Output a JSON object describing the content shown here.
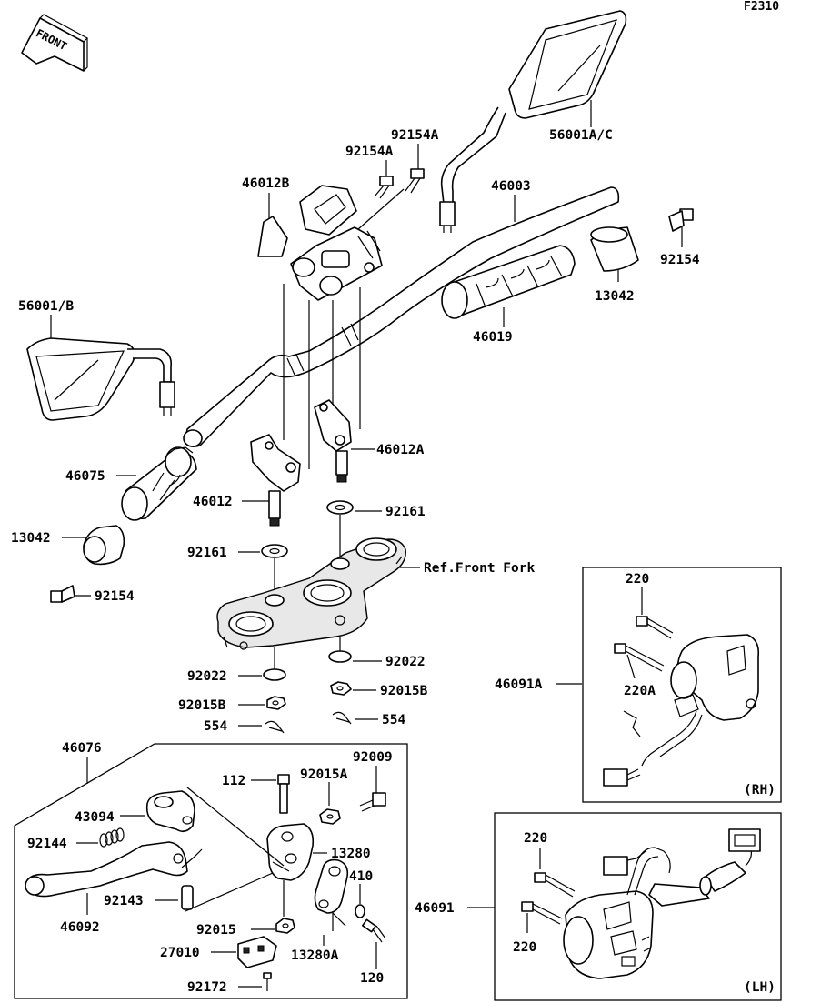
{
  "figure_id": "F2310",
  "front_label": "FRONT",
  "ref_label": "Ref.Front Fork",
  "rh_label": "(RH)",
  "lh_label": "(LH)",
  "parts": {
    "p56001AC": "56001A/C",
    "p92154A_1": "92154A",
    "p92154A_2": "92154A",
    "p46012B": "46012B",
    "p46003": "46003",
    "p92154_r": "92154",
    "p13042_r": "13042",
    "p46019": "46019",
    "p56001B": "56001/B",
    "p46012A": "46012A",
    "p46075": "46075",
    "p46012": "46012",
    "p92161_r": "92161",
    "p13042_l": "13042",
    "p92161_l": "92161",
    "p92154_l": "92154",
    "p220_rh_1": "220",
    "p46091A": "46091A",
    "p220A": "220A",
    "p92022_r": "92022",
    "p92022_l": "92022",
    "p92015B_r": "92015B",
    "p92015B_l": "92015B",
    "p554_l": "554",
    "p554_r": "554",
    "p46076": "46076",
    "p92009": "92009",
    "p112": "112",
    "p92015A": "92015A",
    "p43094": "43094",
    "p92144": "92144",
    "p13280": "13280",
    "p410": "410",
    "p92143": "92143",
    "p46092": "46092",
    "p92015": "92015",
    "p13280A": "13280A",
    "p27010": "27010",
    "p120": "120",
    "p92172": "92172",
    "p220_lh_1": "220",
    "p46091": "46091",
    "p220_lh_2": "220"
  }
}
